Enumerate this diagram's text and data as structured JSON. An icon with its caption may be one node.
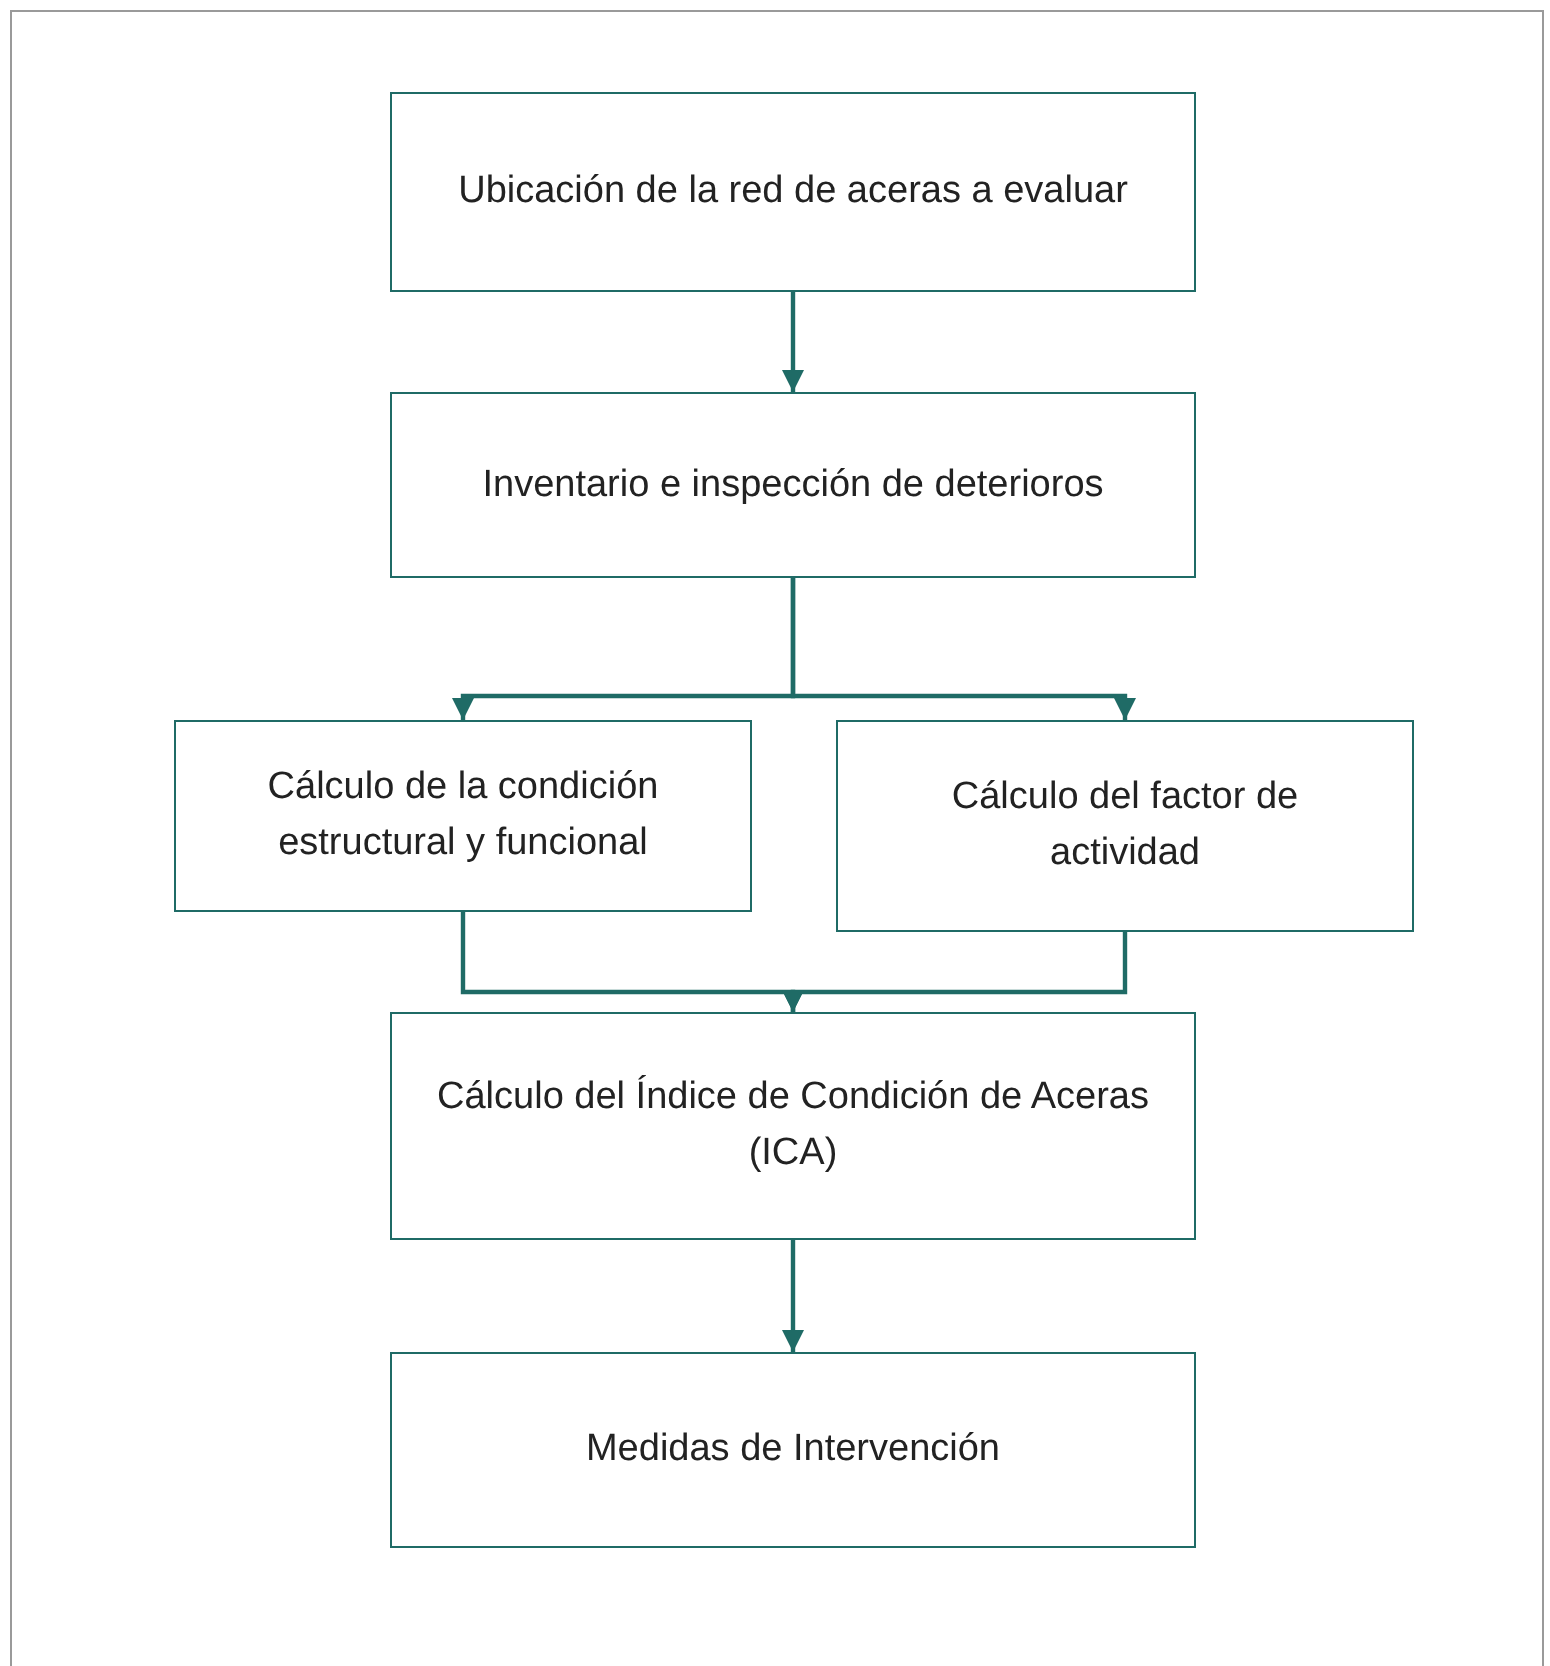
{
  "diagram": {
    "nodes": [
      {
        "text": [
          "Ubicación de la red de aceras a evaluar"
        ]
      },
      {
        "text": [
          "Inventario e inspección de deterioros"
        ]
      },
      {
        "text": [
          "Cálculo de la condición estructural y funcional"
        ]
      },
      {
        "text": [
          "Cálculo del factor de actividad"
        ]
      },
      {
        "text": [
          "Cálculo del Índice de Condición de Aceras (ICA)"
        ]
      },
      {
        "text": [
          "Medidas de Intervención"
        ]
      }
    ],
    "edges": [
      {
        "from": 0,
        "to": 1,
        "arrow": "to"
      },
      {
        "from": 1,
        "to": 2,
        "arrow": "to"
      },
      {
        "from": 1,
        "to": 3,
        "arrow": "to"
      },
      {
        "from": 2,
        "to": 4,
        "arrow": "to"
      },
      {
        "from": 3,
        "to": 4,
        "arrow": "to"
      },
      {
        "from": 4,
        "to": 5,
        "arrow": "to"
      }
    ]
  }
}
